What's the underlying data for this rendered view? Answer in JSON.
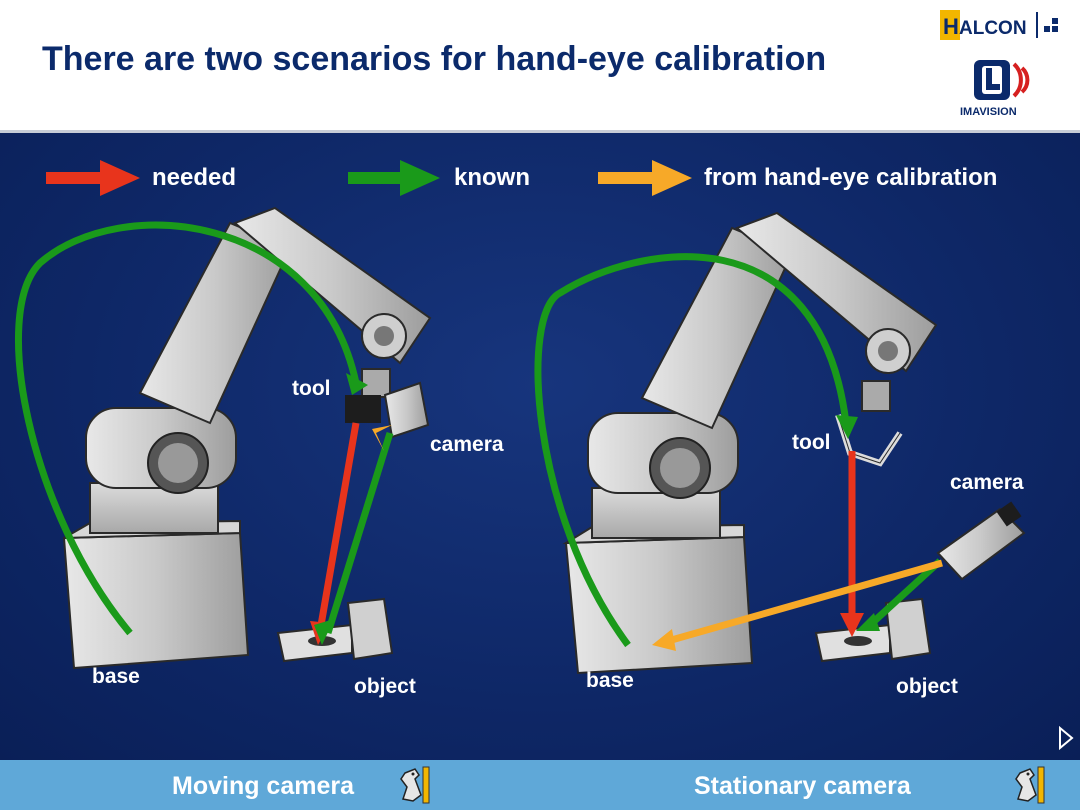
{
  "slide": {
    "title": "There are two scenarios for hand-eye calibration"
  },
  "logos": {
    "halcon_text": "HALCON",
    "imavision_text": "IMAVISION"
  },
  "legend": [
    {
      "label": "needed",
      "color": "#e8341c"
    },
    {
      "label": "known",
      "color": "#1a9a1a"
    },
    {
      "label": "from hand-eye calibration",
      "color": "#f7a928"
    }
  ],
  "scenario_left": {
    "labels": {
      "tool": "tool",
      "camera": "camera",
      "base": "base",
      "object": "object"
    }
  },
  "scenario_right": {
    "labels": {
      "tool": "tool",
      "camera": "camera",
      "base": "base",
      "object": "object"
    }
  },
  "footer": {
    "left_label": "Moving camera",
    "right_label": "Stationary camera"
  },
  "icons": {
    "next": "next-slide-icon",
    "bird": "falcon-icon"
  }
}
